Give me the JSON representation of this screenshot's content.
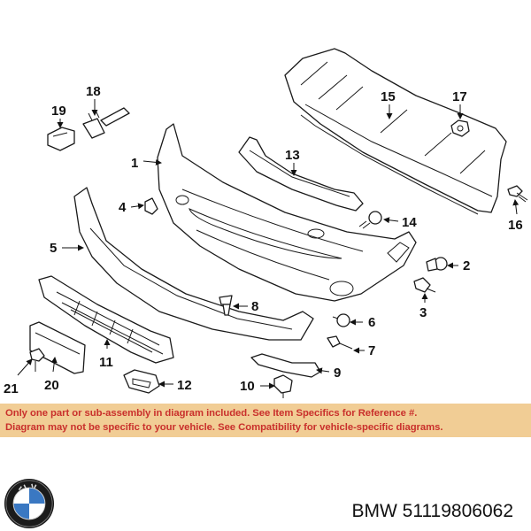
{
  "diagram": {
    "callouts": [
      "1",
      "2",
      "3",
      "4",
      "5",
      "6",
      "7",
      "8",
      "9",
      "10",
      "11",
      "12",
      "13",
      "14",
      "15",
      "16",
      "17",
      "18",
      "19",
      "20",
      "21"
    ]
  },
  "notice": {
    "line1": "Only one part or sub-assembly in diagram included. See Item Specifics for Reference #.",
    "line2": "Diagram may not be specific to your vehicle. See Compatibility for vehicle-specific diagrams.",
    "background_color": "#f1cd95",
    "text_color": "#c9302c"
  },
  "brand": {
    "logo_icon": "bmw-roundel-icon",
    "caption": "BMW 51119806062"
  }
}
